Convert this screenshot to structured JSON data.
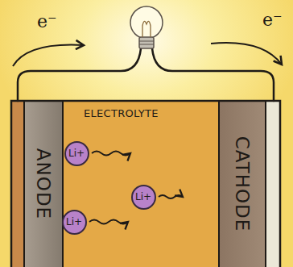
{
  "diagram": {
    "nodes": [
      {
        "text": [
          "ANODE"
        ]
      },
      {
        "text": [
          "ELECTROLYTE"
        ]
      },
      {
        "text": [
          "Li+"
        ],
        "in": 1
      },
      {
        "text": [
          "Li+"
        ],
        "in": 1
      },
      {
        "text": [
          "Li+"
        ],
        "in": 1
      },
      {
        "text": [
          "CATHODE"
        ]
      }
    ],
    "labels": [
      "e⁻",
      "e⁻"
    ]
  }
}
